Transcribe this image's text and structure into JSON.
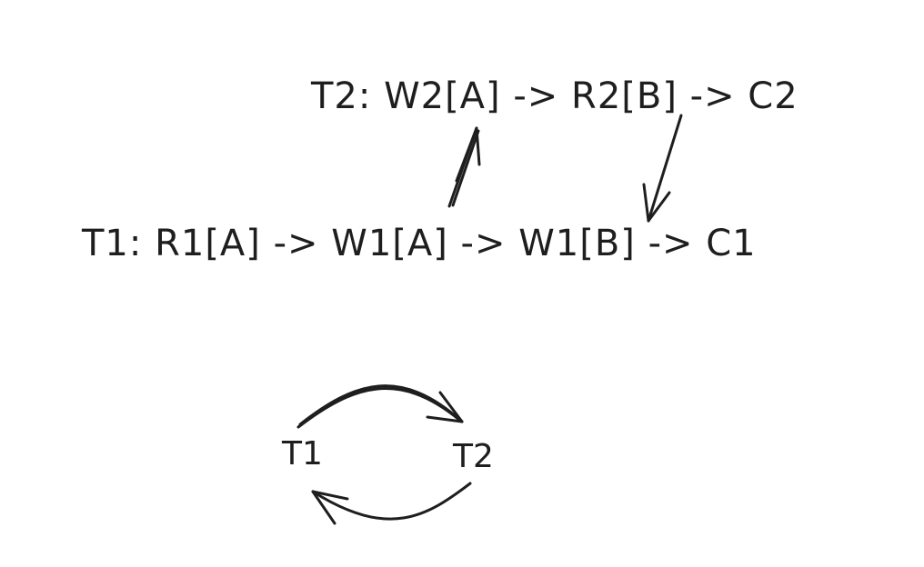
{
  "schedule": {
    "t2_line": "T2: W2[A] -> R2[B] -> C2",
    "t1_line": "T1: R1[A] -> W1[A] -> W1[B] -> C1"
  },
  "graph": {
    "node_t1": "T1",
    "node_t2": "T2"
  },
  "colors": {
    "ink": "#1e1e1e",
    "background": "#ffffff"
  },
  "icons": {
    "conflict_arrows": "arrow-icon",
    "graph_edges": "curved-arrow-icon"
  }
}
